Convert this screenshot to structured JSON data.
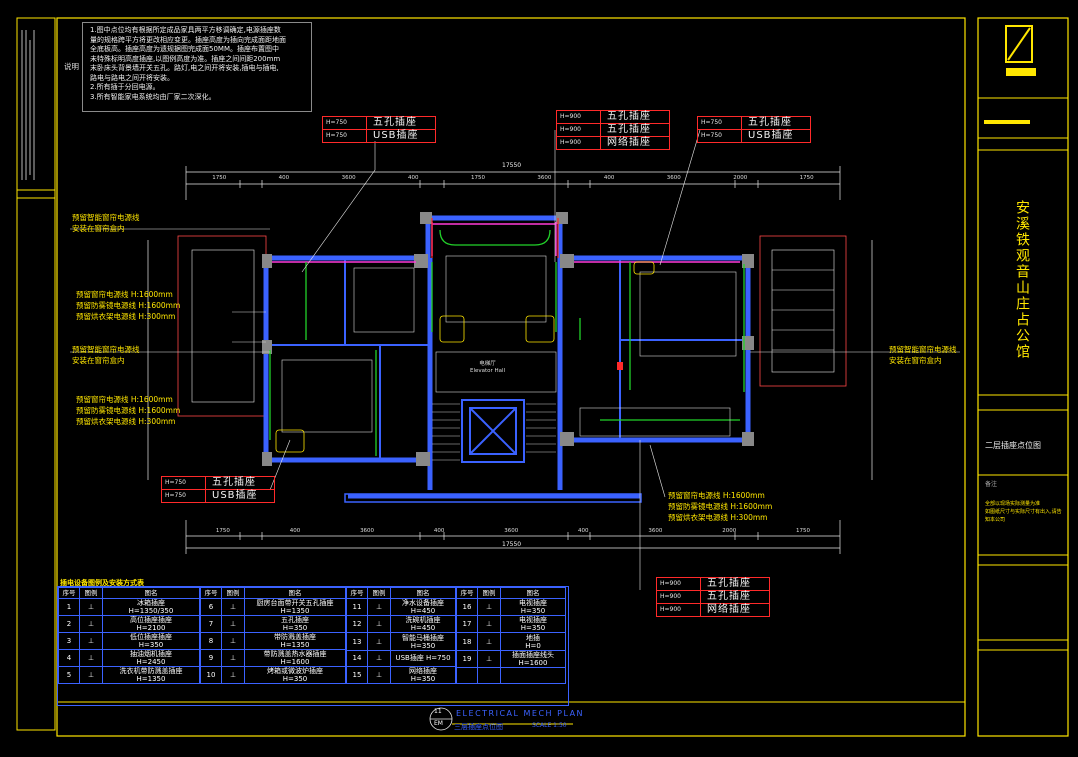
{
  "notes": {
    "label": "说明",
    "lines": [
      "1.图中点位均有根据所定成品家具两平方移调确定,电源插座数",
      "量的规格跨平方将更改相应变更。插座高度为插向完成面距地面",
      "全底板高。插座高度为遗规据图完成面50MM。插座布置图中",
      "未特殊标明高度插座,以图例高度为准。插座之间间距200mm",
      "末卧床头背景墙开关五孔。路灯,电之间开将安装,插电与插电,",
      "路电与路电之间开将安装。",
      "2.所有插于分回电源。",
      "3.所有智能家电系统均由厂家二次深化。"
    ]
  },
  "tags": [
    {
      "id": "t1",
      "rows": [
        {
          "h": "H=750",
          "n": "五孔插座"
        },
        {
          "h": "H=750",
          "n": "USB插座"
        }
      ]
    },
    {
      "id": "t2",
      "rows": [
        {
          "h": "H=900",
          "n": "五孔插座"
        },
        {
          "h": "H=900",
          "n": "五孔插座"
        },
        {
          "h": "H=900",
          "n": "网络插座"
        }
      ]
    },
    {
      "id": "t3",
      "rows": [
        {
          "h": "H=750",
          "n": "五孔插座"
        },
        {
          "h": "H=750",
          "n": "USB插座"
        }
      ]
    },
    {
      "id": "t4",
      "rows": [
        {
          "h": "H=750",
          "n": "五孔插座"
        },
        {
          "h": "H=750",
          "n": "USB插座"
        }
      ]
    },
    {
      "id": "t5",
      "rows": [
        {
          "h": "H=900",
          "n": "五孔插座"
        },
        {
          "h": "H=900",
          "n": "五孔插座"
        },
        {
          "h": "H=900",
          "n": "网络插座"
        }
      ]
    }
  ],
  "annotations": {
    "a1": [
      "预留智能窗帘电源线",
      "安装在窗帘盒内"
    ],
    "a2": [
      "预留窗帘电源线 H:1600mm",
      "预留防雾镜电源线 H:1600mm",
      "预留烘衣架电源线 H:300mm"
    ],
    "a3": [
      "预留智能窗帘电源线",
      "安装在窗帘盒内"
    ],
    "a4": [
      "预留窗帘电源线 H:1600mm",
      "预留防雾镜电源线 H:1600mm",
      "预留烘衣架电源线 H:300mm"
    ],
    "a5": [
      "预留智能窗帘电源线",
      "安装在窗帘盒内"
    ],
    "a6": [
      "预留窗帘电源线 H:1600mm",
      "预留防雾镜电源线 H:1600mm",
      "预留烘衣架电源线 H:300mm"
    ]
  },
  "dims": {
    "top_total": "17550",
    "top": [
      "1750",
      "400",
      "3600",
      "400",
      "1750",
      "3600",
      "400",
      "3600",
      "2000",
      "1750"
    ],
    "bottom_total": "17550",
    "bottom": [
      "1750",
      "400",
      "3600",
      "400",
      "3600",
      "400",
      "3600",
      "2000",
      "1750"
    ]
  },
  "rooms": {
    "elevator_hall": [
      "电梯厅",
      "Elevator Hall"
    ]
  },
  "legend": {
    "title": "插电设备图例及安装方式表",
    "head": [
      "序号",
      "图例",
      "图名"
    ],
    "cols": [
      [
        [
          "1",
          "⊥",
          "冰箱插座",
          "H=1350/350"
        ],
        [
          "2",
          "⊥",
          "高位插座插座",
          "H=2100"
        ],
        [
          "3",
          "⊥",
          "低位插座插座",
          "H=350"
        ],
        [
          "4",
          "⊥",
          "抽油烟机插座",
          "H=2450"
        ],
        [
          "5",
          "⊥",
          "洗衣机带防溅盖插座",
          "H=1350"
        ]
      ],
      [
        [
          "6",
          "⊥",
          "厨房台面带开关五孔插座",
          "H=1350"
        ],
        [
          "7",
          "⊥",
          "五孔插座",
          "H=350"
        ],
        [
          "8",
          "⊥",
          "带防溅盖插座",
          "H=1350"
        ],
        [
          "9",
          "⊥",
          "带防溅盖热水器插座",
          "H=1600"
        ],
        [
          "10",
          "⊥",
          "烤箱或微波炉插座",
          "H=350"
        ]
      ],
      [
        [
          "11",
          "⊥",
          "净水设备插座",
          "H=450"
        ],
        [
          "12",
          "⊥",
          "洗碗机插座",
          "H=450"
        ],
        [
          "13",
          "⊥",
          "智能马桶插座",
          "H=350"
        ],
        [
          "14",
          "⊥",
          "USB插座 H=750",
          ""
        ],
        [
          "15",
          "⊥",
          "网络插座",
          "H=350"
        ]
      ],
      [
        [
          "16",
          "⊥",
          "电视插座",
          "H=350"
        ],
        [
          "17",
          "⊥",
          "电视插座",
          "H=350"
        ],
        [
          "18",
          "⊥",
          "地插",
          "H=0"
        ],
        [
          "19",
          "⊥",
          "插面插座线头",
          "H=1600"
        ]
      ]
    ]
  },
  "footer": {
    "num": "11",
    "sheet": "EM",
    "en": "ELECTRICAL MECH PLAN",
    "cn": "三层插座点位图",
    "scale": "SCALE 1:50"
  },
  "titleblock": {
    "project": "安溪铁观音山庄占公馆",
    "drawing": "二层插座点位图",
    "remark_label": "备注",
    "remark": [
      "全部以现场实际测量为准",
      "如图纸尺寸与实际尺寸有出入,请告知本公司"
    ]
  },
  "colors": {
    "frame": "#ffe600",
    "wall": "#3b62ff",
    "green": "#22d22a",
    "red": "#ff2a2a",
    "magenta": "#ff3bd9"
  }
}
